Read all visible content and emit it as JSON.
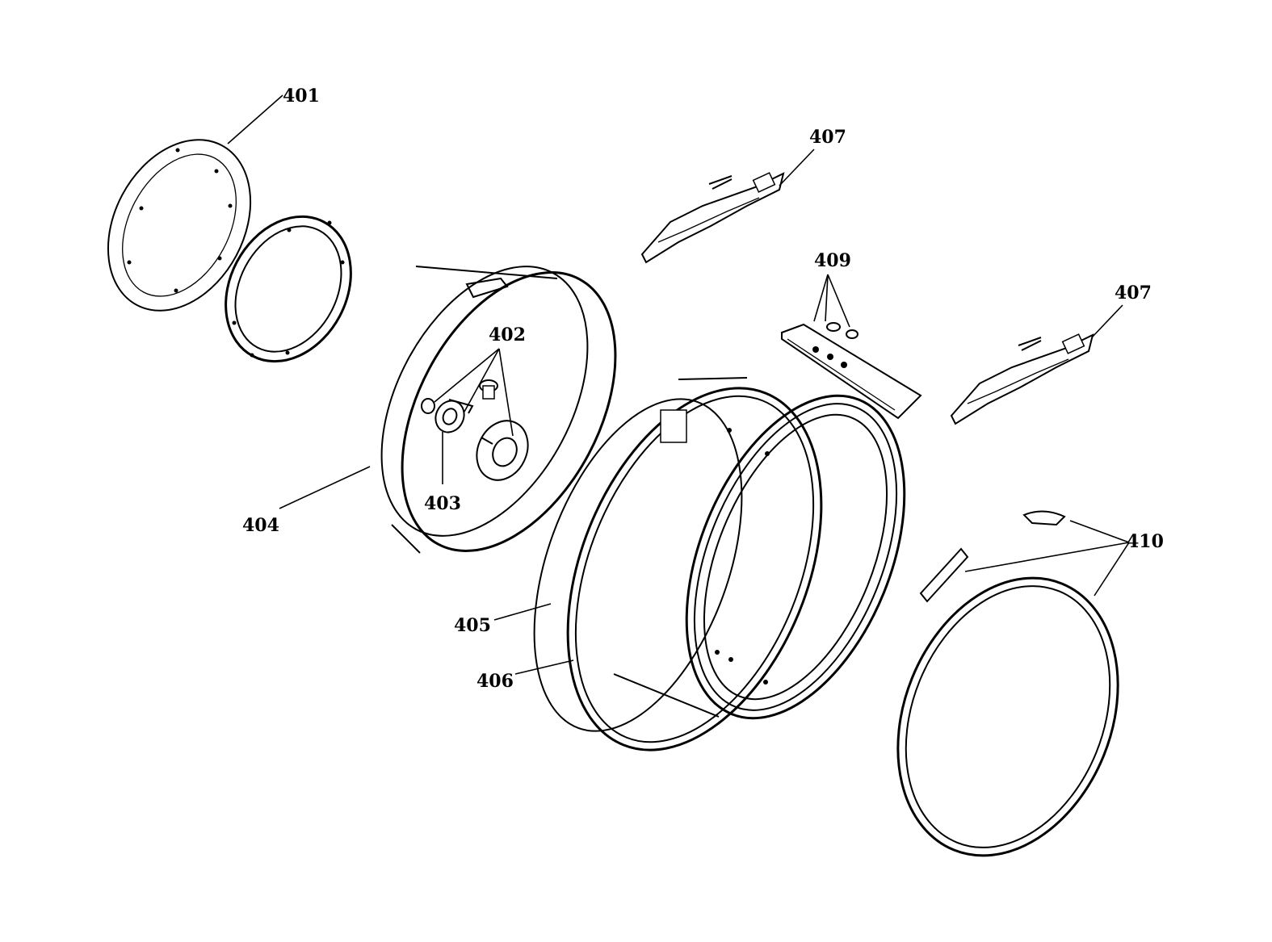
{
  "callouts": {
    "p401": "401",
    "p402": "402",
    "p403": "403",
    "p404": "404",
    "p405": "405",
    "p406": "406",
    "p407a": "407",
    "p407b": "407",
    "p409": "409",
    "p410": "410"
  },
  "colors": {
    "line": "#000000",
    "background": "#ffffff"
  }
}
